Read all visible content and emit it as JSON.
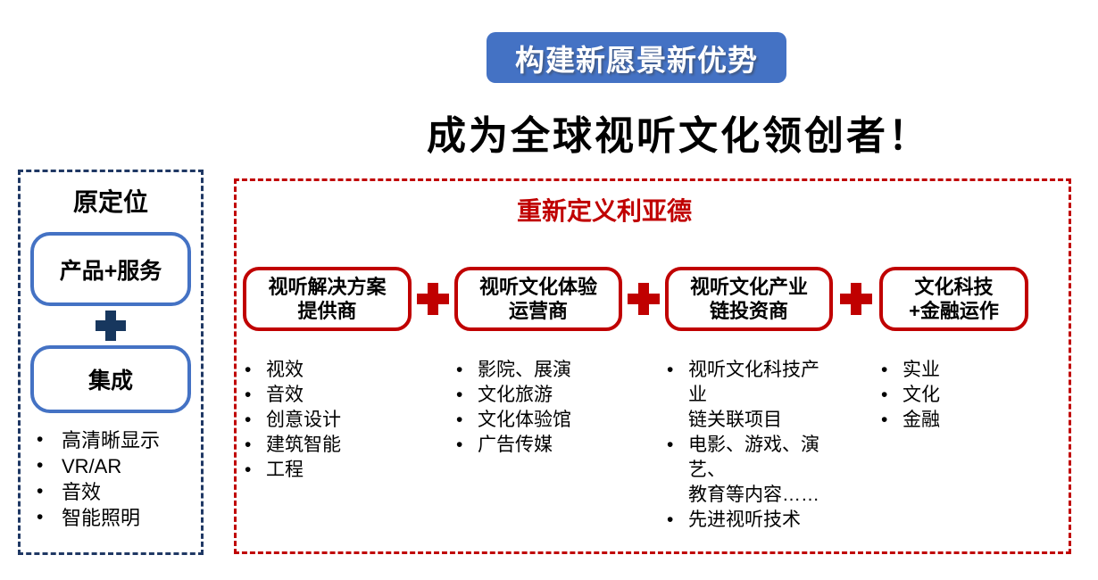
{
  "badge": {
    "label": "构建新愿景新优势"
  },
  "title": "成为全球视听文化领创者！",
  "left_panel": {
    "title": "原定位",
    "boxes": [
      "产品+服务",
      "集成"
    ],
    "bullets": [
      "高清晰显示",
      "VR/AR",
      "音效",
      "智能照明"
    ]
  },
  "right_panel": {
    "title": "重新定义利亚德",
    "columns": [
      {
        "box": "视听解决方案\n提供商",
        "bullets": [
          "视效",
          "音效",
          "创意设计",
          "建筑智能",
          "工程"
        ]
      },
      {
        "box": "视听文化体验\n运营商",
        "bullets": [
          "影院、展演",
          "文化旅游",
          "文化体验馆",
          "广告传媒"
        ]
      },
      {
        "box": "视听文化产业\n链投资商",
        "bullets": [
          "视听文化科技产业\n链关联项目",
          "电影、游戏、演艺、\n教育等内容……",
          "先进视听技术"
        ]
      },
      {
        "box": "文化科技\n+金融运作",
        "bullets": [
          "实业",
          "文化",
          "金融"
        ]
      }
    ]
  },
  "colors": {
    "badge_blue": "#4472C4",
    "box_blue": "#4472C4",
    "navy": "#17375E",
    "navy_border": "#1F3864",
    "red": "#C00000"
  }
}
